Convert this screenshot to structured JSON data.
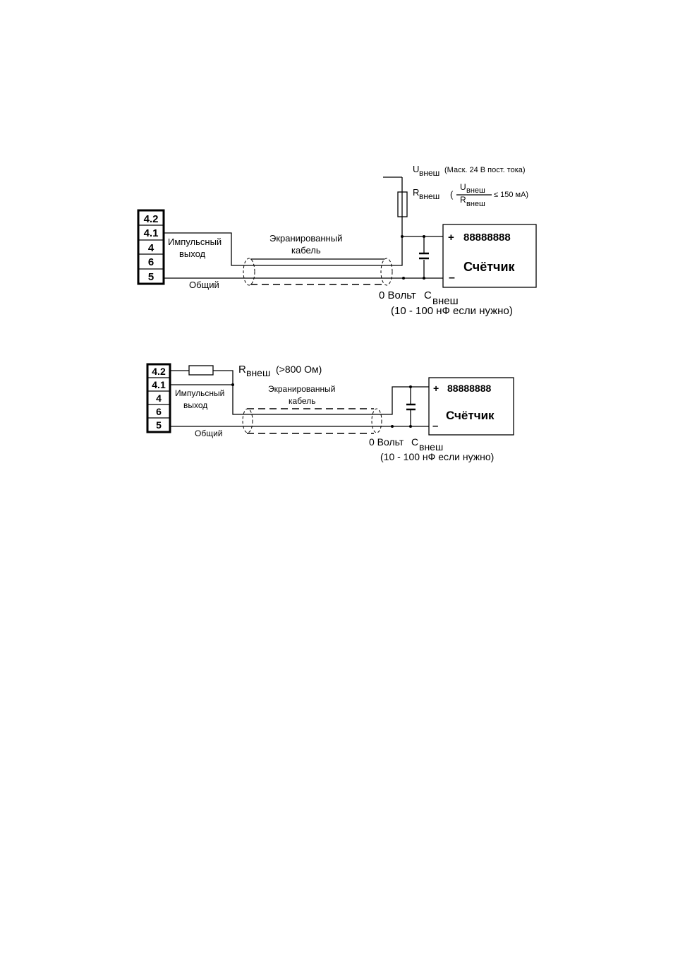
{
  "diagram1": {
    "terminals": [
      "4.2",
      "4.1",
      "4",
      "6",
      "5"
    ],
    "pulse_output_line1": "Импульсный",
    "pulse_output_line2": "выход",
    "common": "Общий",
    "cable_line1": "Экранированный",
    "cable_line2": "кабель",
    "u_ext_main": "U",
    "u_ext_sub": "внеш",
    "u_ext_note": "(Маск. 24 В пост. тока)",
    "r_ext_main": "R",
    "r_ext_sub": "внеш",
    "formula_open": "(",
    "formula_num_main": "U",
    "formula_num_sub": "внеш",
    "formula_den_main": "R",
    "formula_den_sub": "внеш",
    "formula_rest": "≤ 150 мА)",
    "counter_plus": "+",
    "counter_minus": "–",
    "counter_display": "88888888",
    "counter_label": "Счётчик",
    "zero_volt": "0 Вольт",
    "c_ext_main": "C",
    "c_ext_sub": "внеш",
    "c_note": "(10 - 100 нФ если нужно)"
  },
  "diagram2": {
    "terminals": [
      "4.2",
      "4.1",
      "4",
      "6",
      "5"
    ],
    "pulse_output_line1": "Импульсный",
    "pulse_output_line2": "выход",
    "common": "Общий",
    "cable_line1": "Экранированный",
    "cable_line2": "кабель",
    "r_ext_main": "R",
    "r_ext_sub": "внеш",
    "r_ext_note": "(>800 Ом)",
    "counter_plus": "+",
    "counter_minus": "–",
    "counter_display": "88888888",
    "counter_label": "Счётчик",
    "zero_volt": "0 Вольт",
    "c_ext_main": "C",
    "c_ext_sub": "внеш",
    "c_note": "(10 - 100 нФ если нужно)"
  }
}
